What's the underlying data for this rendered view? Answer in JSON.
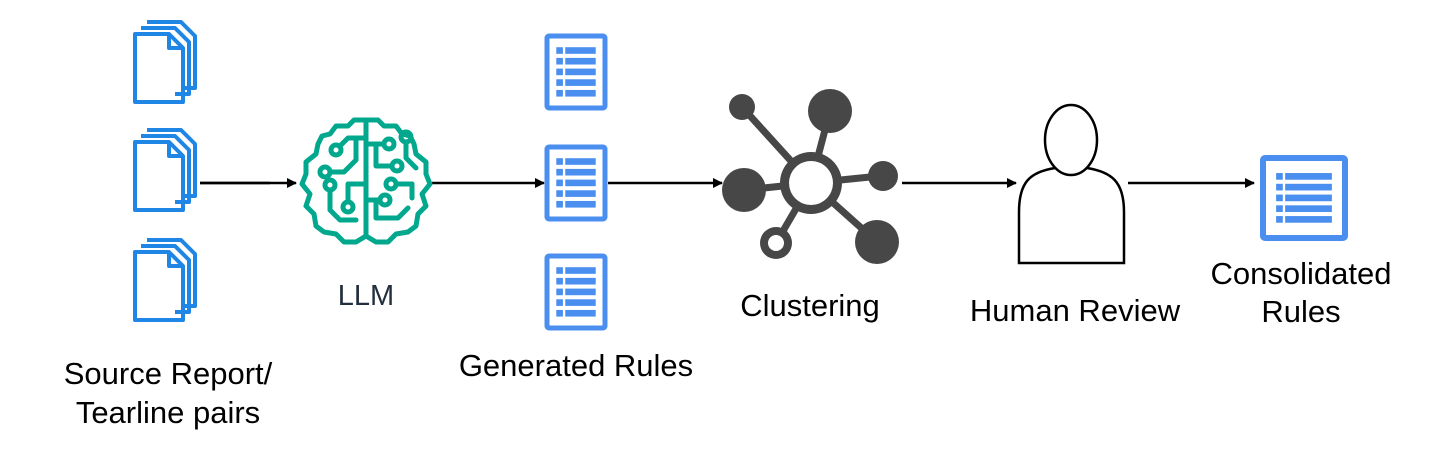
{
  "diagram": {
    "colors": {
      "document": "#1f86e6",
      "rules": "#4a8ff0",
      "brain": "#01a88d",
      "network": "#474747",
      "person": "#000000",
      "arrow": "#000000"
    },
    "icons": {
      "source_docs": "document-stack-icon",
      "llm": "brain-circuit-icon",
      "generated_rules": "list-document-icon",
      "clustering": "network-hub-icon",
      "human_review": "person-icon",
      "consolidated_rules": "list-document-icon"
    },
    "labels": {
      "source_line1": "Source Report/",
      "source_line2": "Tearline pairs",
      "llm": "LLM",
      "generated_rules": "Generated Rules",
      "clustering": "Clustering",
      "human_review": "Human Review",
      "consolidated_line1": "Consolidated",
      "consolidated_line2": "Rules"
    }
  }
}
